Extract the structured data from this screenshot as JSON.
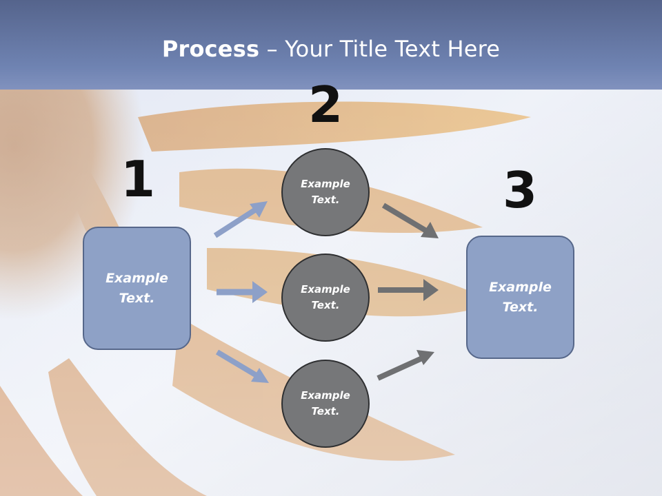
{
  "title": {
    "bold": "Process",
    "rest": " – Your Title Text Here"
  },
  "steps": {
    "one": "1",
    "two": "2",
    "three": "3"
  },
  "left_box": {
    "text": "Example\nText."
  },
  "right_box": {
    "text": "Example\nText."
  },
  "circles": [
    {
      "text": "Example\nText."
    },
    {
      "text": "Example\nText."
    },
    {
      "text": "Example\nText."
    }
  ],
  "colors": {
    "box_fill": "#8ea1c6",
    "circle_fill": "#767779",
    "left_arrow": "#8da0c8",
    "right_arrow": "#6f7072",
    "title_band": "#6a7fae"
  }
}
